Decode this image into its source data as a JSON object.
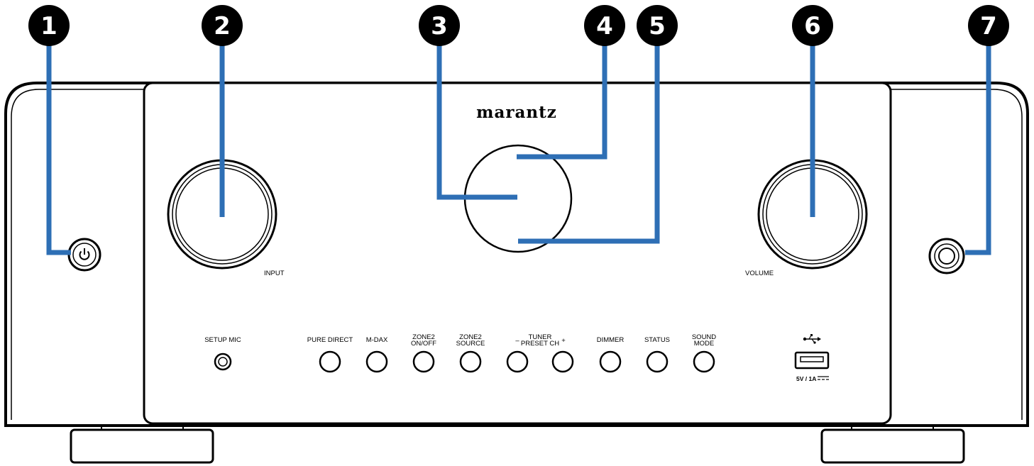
{
  "brand": "marantz",
  "knobs": {
    "input_label": "INPUT",
    "volume_label": "VOLUME"
  },
  "setup_mic_label": "SETUP MIC",
  "buttons": [
    {
      "line1": "PURE DIRECT",
      "line2": ""
    },
    {
      "line1": "M-DAX",
      "line2": ""
    },
    {
      "line1": "ZONE2",
      "line2": "ON/OFF"
    },
    {
      "line1": "ZONE2",
      "line2": "SOURCE"
    },
    {
      "line1": "",
      "line2": ""
    },
    {
      "line1": "",
      "line2": ""
    },
    {
      "line1": "DIMMER",
      "line2": ""
    },
    {
      "line1": "STATUS",
      "line2": ""
    },
    {
      "line1": "SOUND",
      "line2": "MODE"
    }
  ],
  "tuner": {
    "line1": "TUNER",
    "line2": "PRESET CH",
    "minus": "–",
    "plus": "+"
  },
  "usb": {
    "rating": "5V / 1A"
  },
  "callouts": [
    "1",
    "2",
    "3",
    "4",
    "5",
    "6",
    "7"
  ],
  "colors": {
    "leader_line": "#2e6fb5",
    "outline": "#000000",
    "callout_fill": "#000000"
  }
}
